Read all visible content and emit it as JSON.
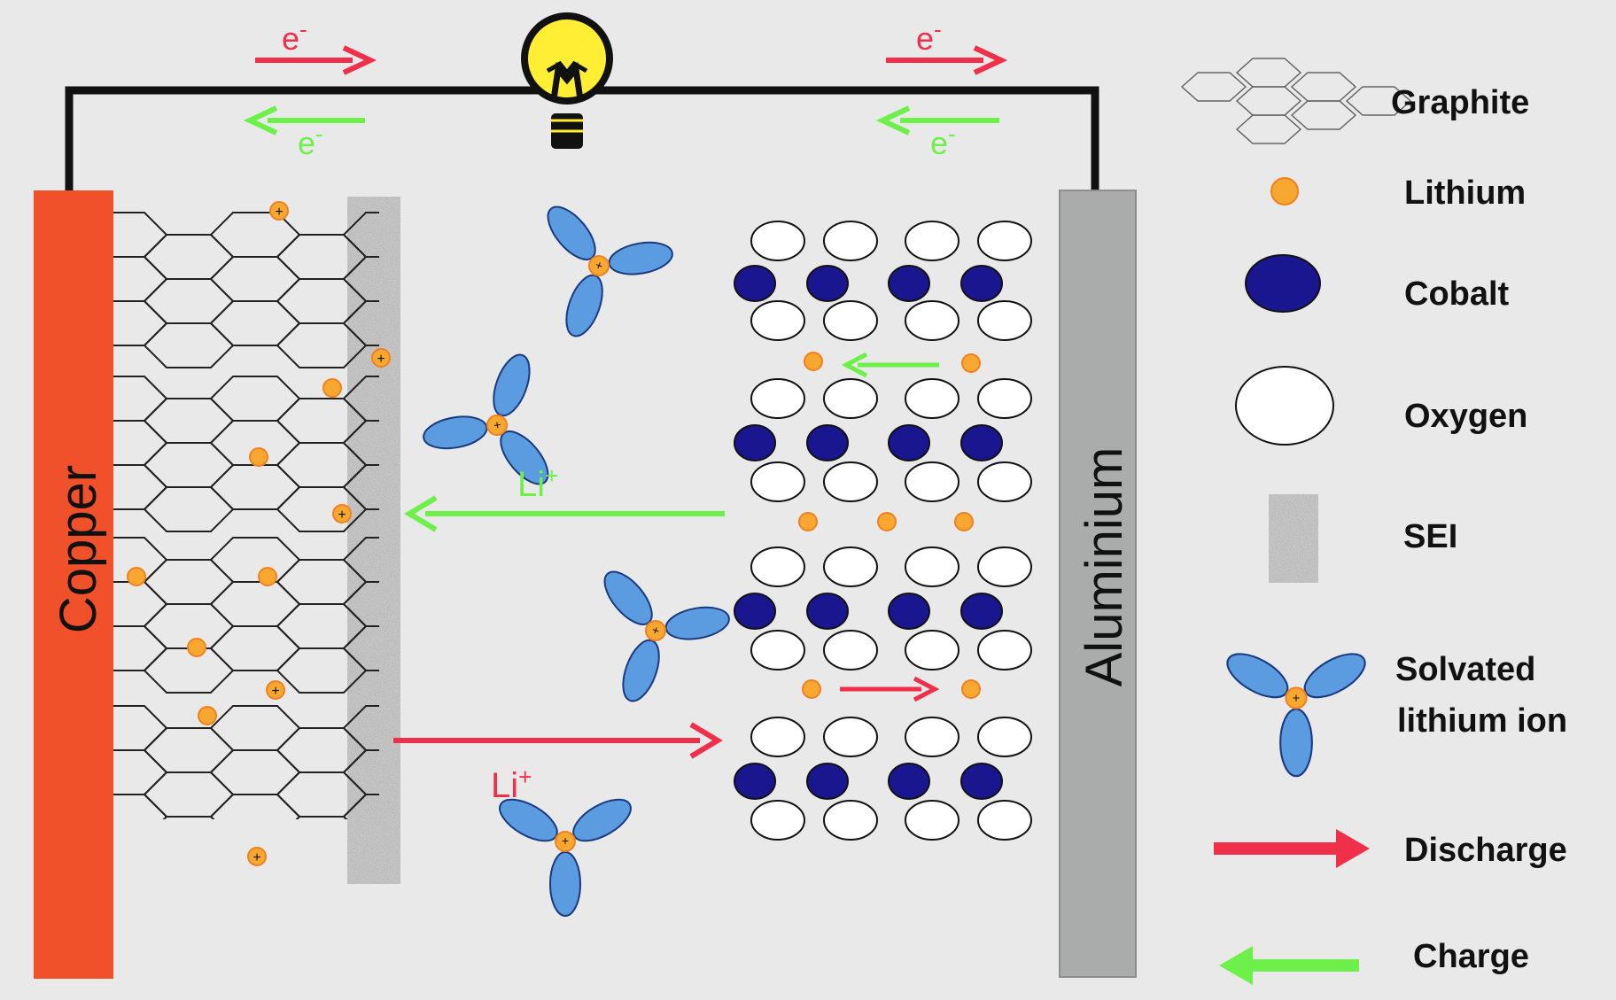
{
  "colors": {
    "background": "#e8e9e8",
    "copper": "#f0502a",
    "aluminium": "#a9acab",
    "discharge": "#f0304a",
    "charge": "#6ef04a",
    "lithium": "#f8a830",
    "cobalt": "#1a1690",
    "oxygen": "#ffffff",
    "solvent": "#5b9be0",
    "bulb": "#ffee33",
    "wire": "#111111"
  },
  "electrodes": {
    "anode_label": "Copper",
    "cathode_label": "Aluminium"
  },
  "electrons": {
    "discharge_left": "e-",
    "charge_left": "e-",
    "discharge_right": "e-",
    "charge_right": "e-"
  },
  "ions": {
    "charge_label": "Li+",
    "discharge_label": "Li+"
  },
  "legend": [
    {
      "key": "graphite",
      "label": "Graphite"
    },
    {
      "key": "lithium",
      "label": "Lithium"
    },
    {
      "key": "cobalt",
      "label": "Cobalt"
    },
    {
      "key": "oxygen",
      "label": "Oxygen"
    },
    {
      "key": "sei",
      "label": "SEI"
    },
    {
      "key": "solvated",
      "label": "Solvated",
      "label2": "lithium ion"
    },
    {
      "key": "discharge",
      "label": "Discharge"
    },
    {
      "key": "charge",
      "label": "Charge"
    }
  ]
}
